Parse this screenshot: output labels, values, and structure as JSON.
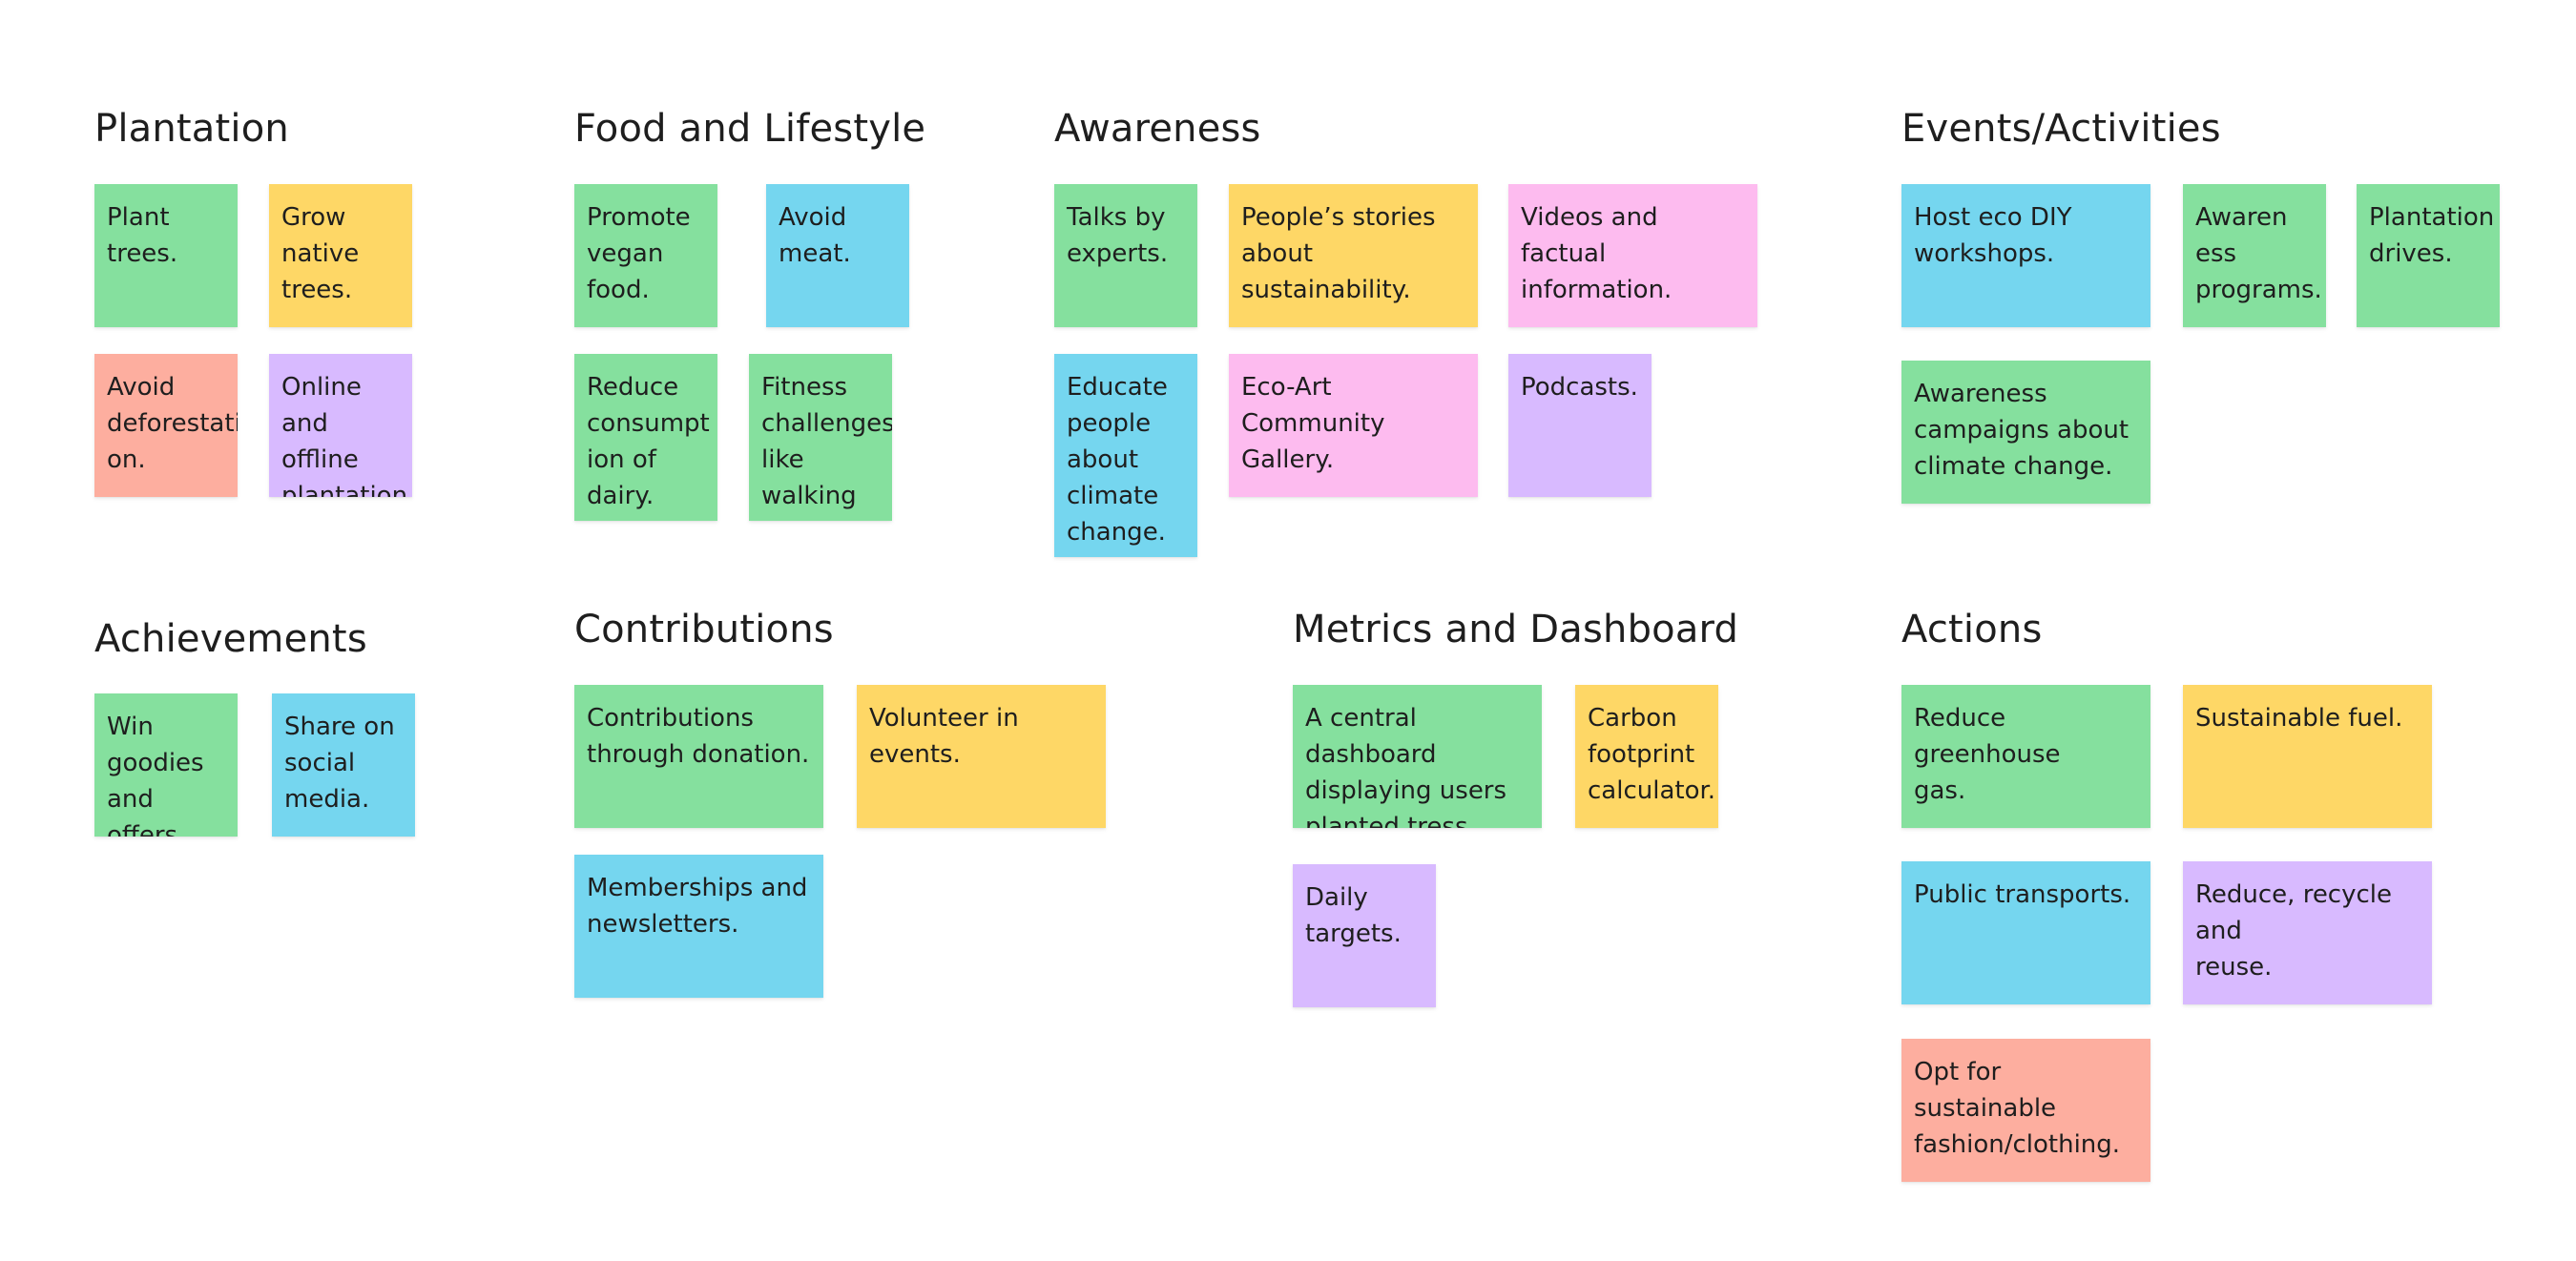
{
  "colors": {
    "green": "#85e09e",
    "yellow": "#fed766",
    "pink": "#fdbbef",
    "blue": "#75d6ef",
    "purple": "#d8baff",
    "salmon": "#fdae9f"
  },
  "sections": {
    "plantation": {
      "title": "Plantation",
      "notes": [
        {
          "text": "Plant\ntrees.",
          "color": "green"
        },
        {
          "text": "Grow\nnative\ntrees.",
          "color": "yellow"
        },
        {
          "text": "Avoid\ndeforestati\non.",
          "color": "salmon"
        },
        {
          "text": "Online and\noffline\nplantation.",
          "color": "purple"
        }
      ]
    },
    "food": {
      "title": "Food and Lifestyle",
      "notes": [
        {
          "text": "Promote\nvegan\nfood.",
          "color": "green"
        },
        {
          "text": "Avoid\nmeat.",
          "color": "blue"
        },
        {
          "text": "Reduce\nconsumpt\nion of\ndairy.",
          "color": "green"
        },
        {
          "text": "Fitness\nchallenges\nlike\nwalking",
          "color": "green"
        }
      ]
    },
    "awareness": {
      "title": "Awareness",
      "notes": [
        {
          "text": "Talks by\nexperts.",
          "color": "green"
        },
        {
          "text": "People’s stories\nabout sustainability.",
          "color": "yellow"
        },
        {
          "text": "Videos and factual\ninformation.",
          "color": "pink"
        },
        {
          "text": "Educate\npeople\nabout\nclimate\nchange.",
          "color": "blue"
        },
        {
          "text": "Eco-Art Community\nGallery.",
          "color": "pink"
        },
        {
          "text": "Podcasts.",
          "color": "purple"
        }
      ]
    },
    "events": {
      "title": "Events/Activities",
      "notes": [
        {
          "text": "Host eco DIY\nworkshops.",
          "color": "blue"
        },
        {
          "text": "Awaren\ness\nprograms.",
          "color": "green"
        },
        {
          "text": "Plantation\ndrives.",
          "color": "green"
        },
        {
          "text": "Awareness\ncampaigns about\nclimate change.",
          "color": "green"
        }
      ]
    },
    "achievements": {
      "title": "Achievements",
      "notes": [
        {
          "text": "Win\ngoodies\nand offers.",
          "color": "green"
        },
        {
          "text": "Share on\nsocial\nmedia.",
          "color": "blue"
        }
      ]
    },
    "contributions": {
      "title": "Contributions",
      "notes": [
        {
          "text": "Contributions\nthrough donation.",
          "color": "green"
        },
        {
          "text": "Volunteer in events.",
          "color": "yellow"
        },
        {
          "text": "Memberships and\nnewsletters.",
          "color": "blue"
        }
      ]
    },
    "metrics": {
      "title": "Metrics and Dashboard",
      "notes": [
        {
          "text": "A central dashboard\ndisplaying users\nplanted tress.",
          "color": "green"
        },
        {
          "text": "Carbon\nfootprint\ncalculator.",
          "color": "yellow"
        },
        {
          "text": "Daily\ntargets.",
          "color": "purple"
        }
      ]
    },
    "actions": {
      "title": "Actions",
      "notes": [
        {
          "text": "Reduce greenhouse\ngas.",
          "color": "green"
        },
        {
          "text": "Sustainable fuel.",
          "color": "yellow"
        },
        {
          "text": "Public transports.",
          "color": "blue"
        },
        {
          "text": "Reduce, recycle and\nreuse.",
          "color": "purple"
        },
        {
          "text": "Opt for sustainable\nfashion/clothing.",
          "color": "salmon"
        }
      ]
    }
  }
}
